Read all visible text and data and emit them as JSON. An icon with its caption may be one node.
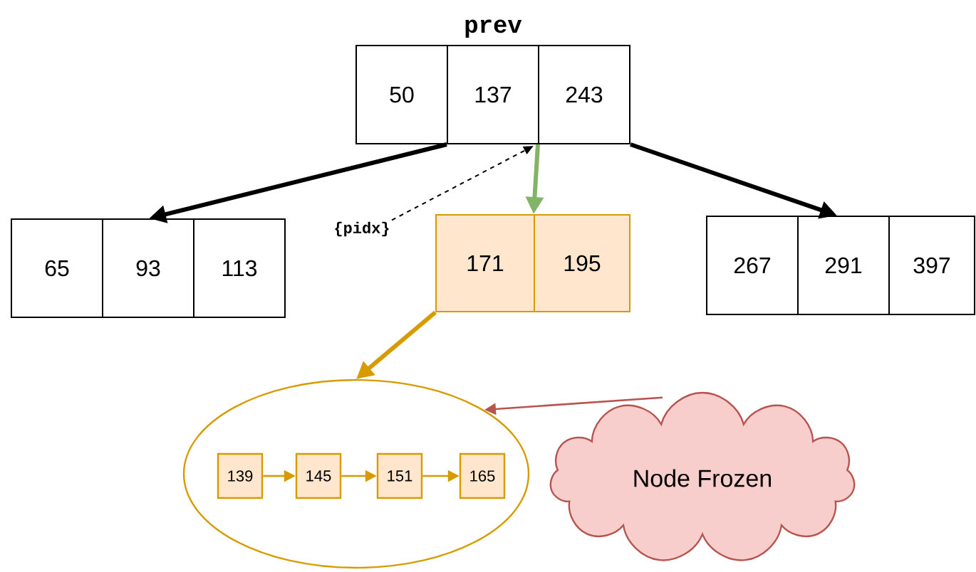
{
  "diagram": {
    "nodes": [
      {
        "text": [
          "prev"
        ]
      },
      {
        "text": [
          "50"
        ],
        "in": 0
      },
      {
        "text": [
          "137"
        ],
        "in": 0
      },
      {
        "text": [
          "243"
        ],
        "in": 0
      },
      {
        "text": [],
        "shape": "box"
      },
      {
        "text": [
          "65"
        ],
        "in": 4
      },
      {
        "text": [
          "93"
        ],
        "in": 4
      },
      {
        "text": [
          "113"
        ],
        "in": 4
      },
      {
        "text": [],
        "shape": "box"
      },
      {
        "text": [
          "171"
        ],
        "in": 8
      },
      {
        "text": [
          "195"
        ],
        "in": 8
      },
      {
        "text": [],
        "shape": "box"
      },
      {
        "text": [
          "267"
        ],
        "in": 11
      },
      {
        "text": [
          "291"
        ],
        "in": 11
      },
      {
        "text": [
          "397"
        ],
        "in": 11
      },
      {
        "text": [],
        "shape": "ellipse"
      },
      {
        "text": [
          "139"
        ],
        "in": 15
      },
      {
        "text": [
          "145"
        ],
        "in": 15
      },
      {
        "text": [
          "151"
        ],
        "in": 15
      },
      {
        "text": [
          "165"
        ],
        "in": 15
      },
      {
        "text": [
          "Node Frozen"
        ]
      },
      {
        "text": [
          "{pidx}"
        ]
      }
    ],
    "edges": [
      {
        "from": 0,
        "to": 4,
        "arrow": "to",
        "style": "thick",
        "color": "#000000"
      },
      {
        "from": 0,
        "to": 8,
        "arrow": "to",
        "style": "thick",
        "color": "#82b366"
      },
      {
        "from": 0,
        "to": 11,
        "arrow": "to",
        "style": "thick",
        "color": "#000000"
      },
      {
        "from": 21,
        "to": 0,
        "arrow": "to",
        "style": "dashed",
        "color": "#000000"
      },
      {
        "from": 8,
        "to": 15,
        "arrow": "to",
        "style": "thick"
      },
      {
        "from": 16,
        "to": 17,
        "arrow": "to"
      },
      {
        "from": 17,
        "to": 18,
        "arrow": "to"
      },
      {
        "from": 18,
        "to": 19,
        "arrow": "to"
      },
      {
        "from": 20,
        "to": 15,
        "arrow": "to",
        "color": "#b85450"
      }
    ]
  }
}
